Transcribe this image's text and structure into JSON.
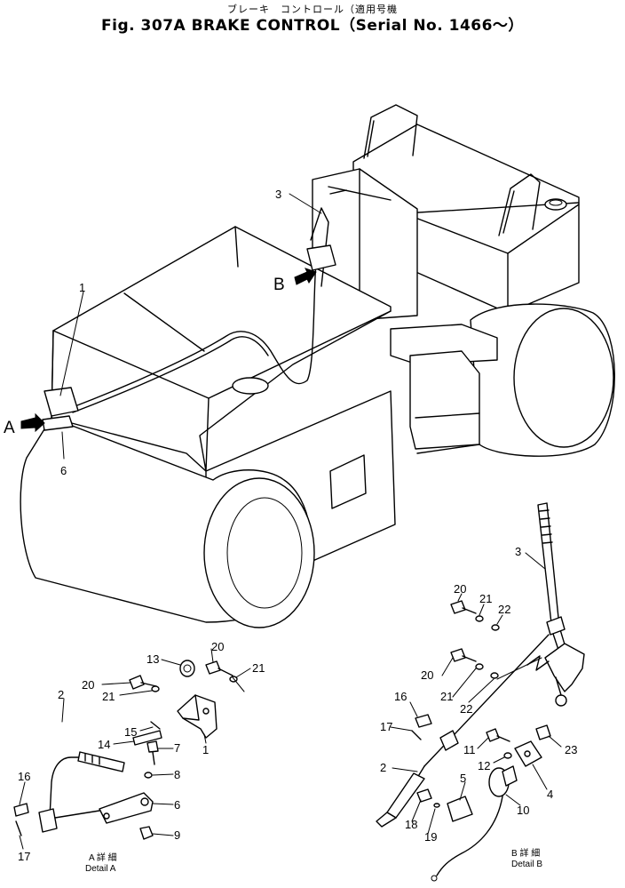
{
  "header": {
    "jp_title": "ブレーキ　コントロール（適用号機",
    "en_title": "Fig. 307A  BRAKE  CONTROL（Serial No. 1466～）"
  },
  "callouts": {
    "A": "A",
    "B": "B",
    "p1": "1",
    "p2": "2",
    "p3": "3",
    "p4": "4",
    "p5": "5",
    "p6": "6",
    "p7": "7",
    "p8": "8",
    "p9": "9",
    "p10": "10",
    "p11": "11",
    "p12": "12",
    "p13": "13",
    "p14": "14",
    "p15": "15",
    "p16": "16",
    "p17": "17",
    "p18": "18",
    "p19": "19",
    "p20": "20",
    "p21": "21",
    "p22": "22",
    "p23": "23"
  },
  "details": {
    "a_jp": "A 詳 細",
    "a_en": "Detail A",
    "b_jp": "B 詳 細",
    "b_en": "Detail B"
  }
}
